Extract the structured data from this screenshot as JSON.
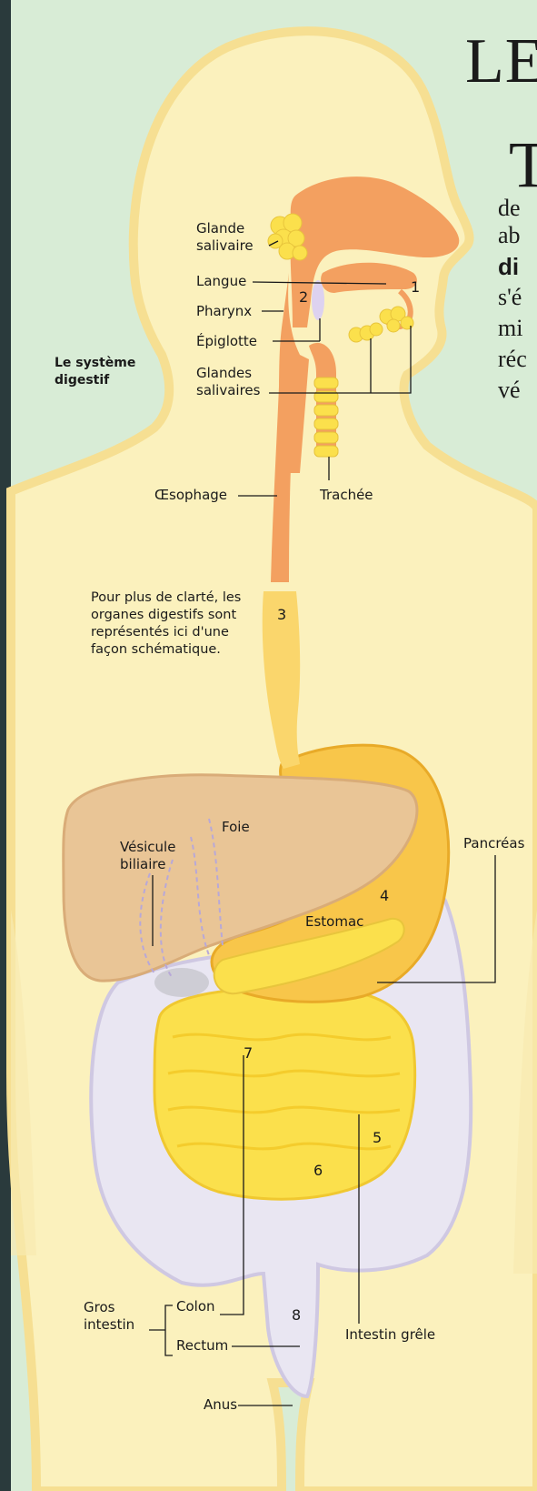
{
  "header": {
    "title_fragment": "LE",
    "dropcap": "T",
    "body_fragments": [
      "de",
      "ab",
      "di",
      "s'é",
      "mi",
      "réc",
      "vé"
    ]
  },
  "diagram": {
    "caption": "Le système digestif",
    "note": "Pour plus de clarté, les organes digestifs sont représentés ici d'une façon schématique.",
    "labels": {
      "glande_salivaire": "Glande salivaire",
      "langue": "Langue",
      "pharynx": "Pharynx",
      "epiglotte": "Épiglotte",
      "glandes_salivaires": "Glandes salivaires",
      "oesophage": "Œsophage",
      "trachee": "Trachée",
      "foie": "Foie",
      "vesicule_biliaire": "Vésicule biliaire",
      "pancreas": "Pancréas",
      "estomac": "Estomac",
      "gros_intestin": "Gros intestin",
      "colon": "Colon",
      "rectum": "Rectum",
      "intestin_grele": "Intestin grêle",
      "anus": "Anus"
    },
    "numbers": {
      "n1": "1",
      "n2": "2",
      "n3": "3",
      "n4": "4",
      "n5": "5",
      "n6": "6",
      "n7": "7",
      "n8": "8"
    }
  },
  "colors": {
    "background": "#d8ecd6",
    "body": "#fbf1bd",
    "body_edge": "#f6df92",
    "orange": "#f3a060",
    "liver": "#e9c596",
    "stomach": "#f8c64a",
    "small_intestine": "#fbe04c",
    "large_intestine": "#e9e6f2"
  }
}
